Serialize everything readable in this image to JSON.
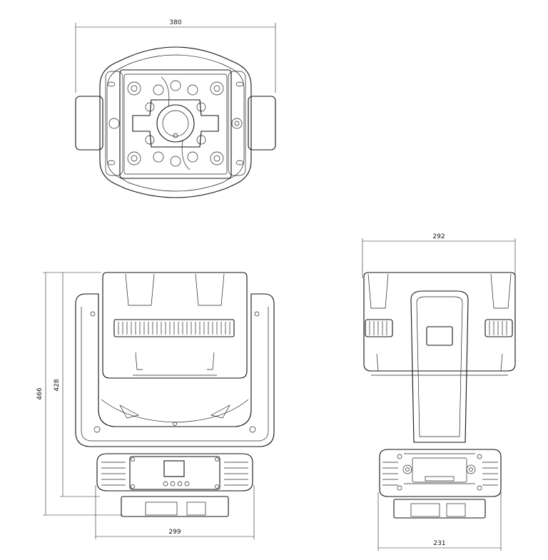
{
  "dimensions": {
    "top_width": "380",
    "front_height_outer": "466",
    "front_height_inner": "428",
    "front_base_width": "299",
    "side_width": "292",
    "side_base_width": "231"
  },
  "colors": {
    "line": "#111111",
    "background": "#ffffff"
  }
}
